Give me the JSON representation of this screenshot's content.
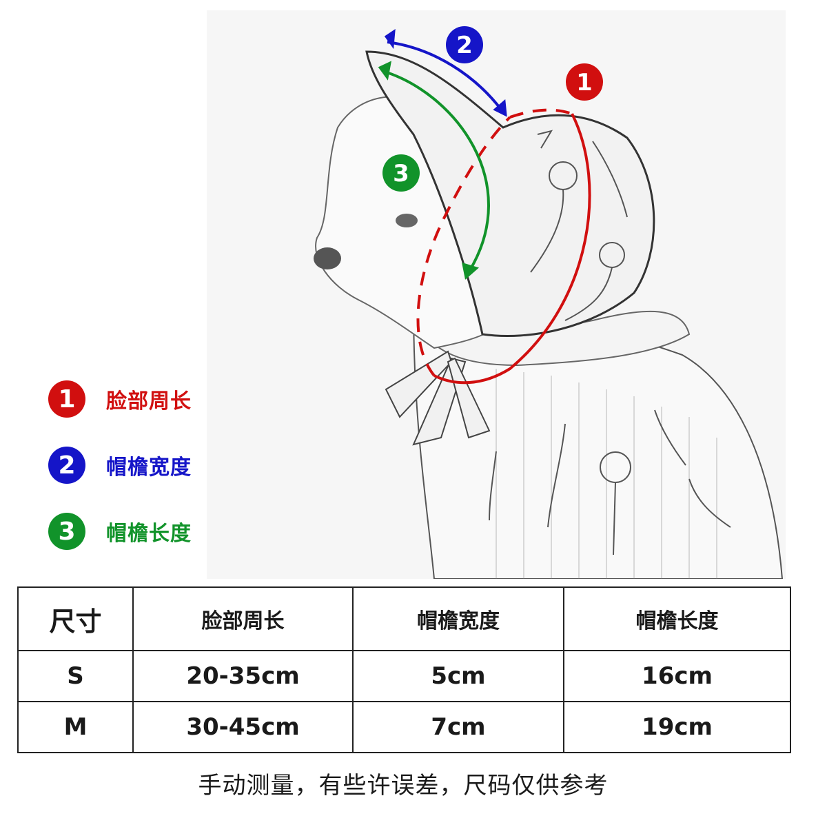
{
  "callouts": [
    {
      "num": "1",
      "color": "#d10f0f"
    },
    {
      "num": "2",
      "color": "#1515c8"
    },
    {
      "num": "3",
      "color": "#11932a"
    }
  ],
  "legend": [
    {
      "num": "1",
      "label": "脸部周长",
      "color": "#d10f0f"
    },
    {
      "num": "2",
      "label": "帽檐宽度",
      "color": "#1515c8"
    },
    {
      "num": "3",
      "label": "帽檐长度",
      "color": "#11932a"
    }
  ],
  "table": {
    "headers": [
      "尺寸",
      "脸部周长",
      "帽檐宽度",
      "帽檐长度"
    ],
    "rows": [
      [
        "S",
        "20-35cm",
        "5cm",
        "16cm"
      ],
      [
        "M",
        "30-45cm",
        "7cm",
        "19cm"
      ]
    ]
  },
  "note": "手动测量，有些许误差，尺码仅供参考",
  "icons": [
    "dog-bonnet-illustration",
    "face-circumference-line",
    "brim-width-arrow",
    "brim-length-arrow"
  ]
}
